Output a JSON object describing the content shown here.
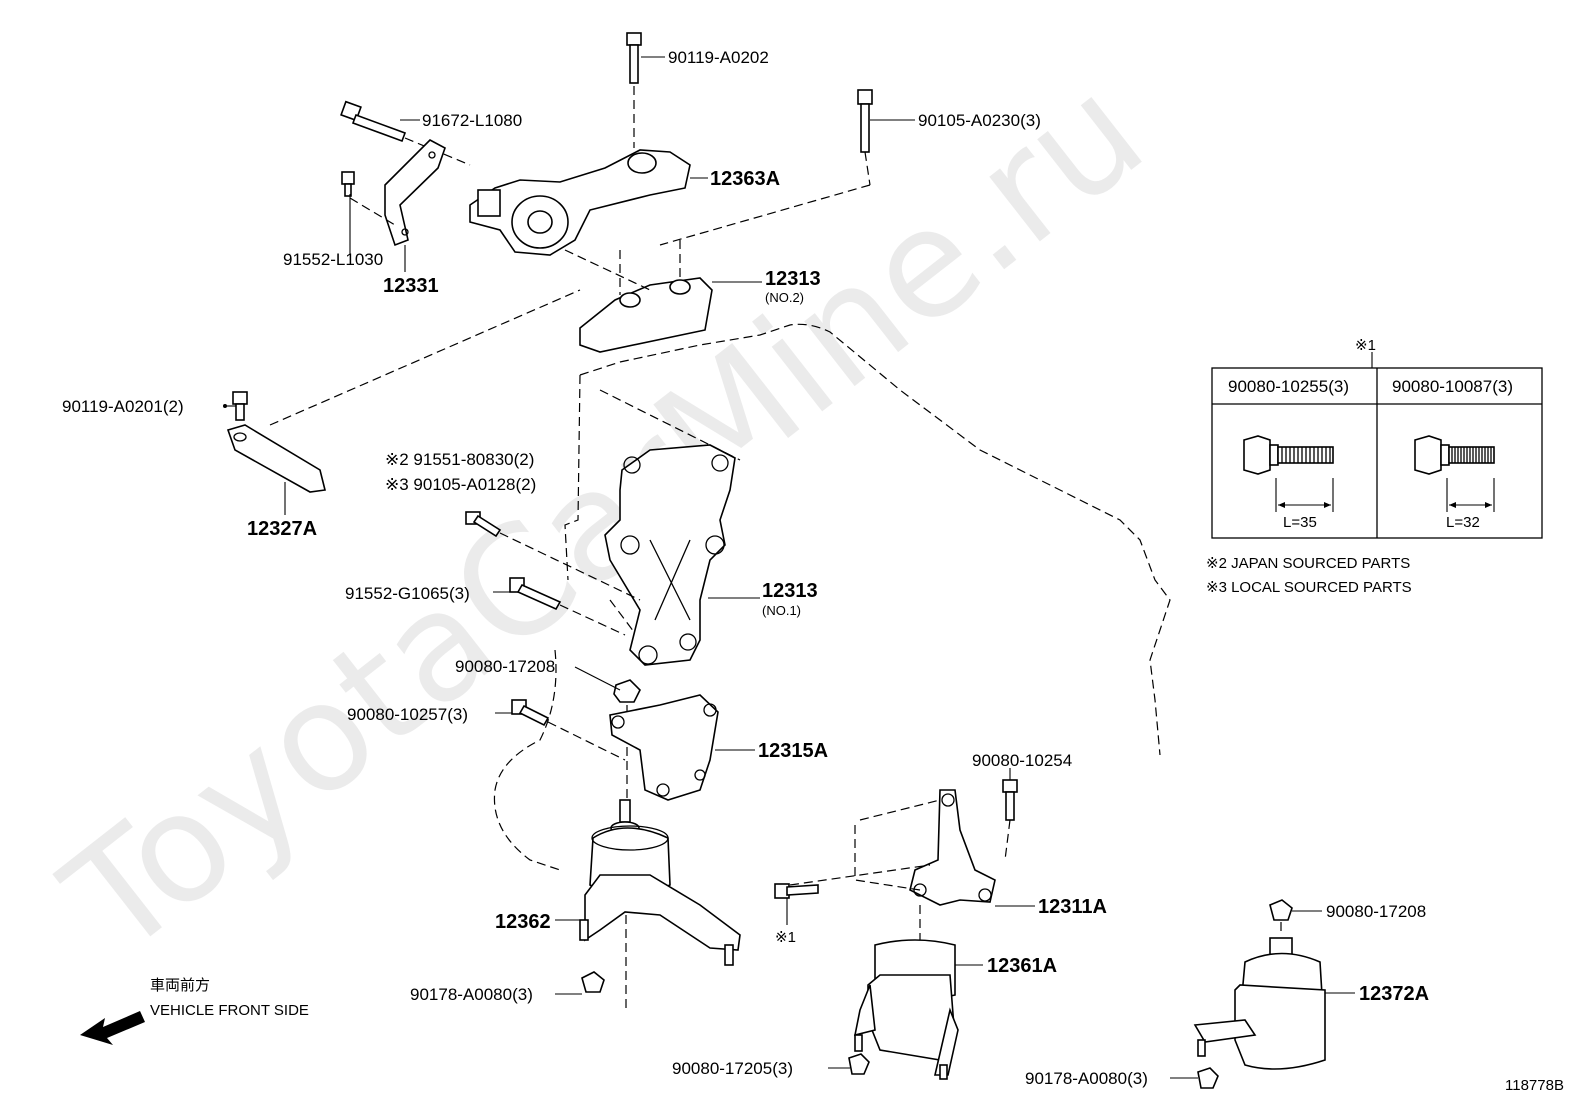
{
  "watermark": "ToyotaCarMine.ru",
  "callouts": {
    "p90119_A0202": "90119-A0202",
    "p91672_L1080": "91672-L1080",
    "p90105_A0230": "90105-A0230(3)",
    "p12363A": "12363A",
    "p91552_L1030": "91552-L1030",
    "p12331": "12331",
    "p12313_no2": "12313",
    "p12313_no2_sub": "(NO.2)",
    "p90119_A0201": "90119-A0201(2)",
    "p12327A": "12327A",
    "p91551_80830": "※2 91551-80830(2)",
    "p90105_A0128": "※3 90105-A0128(2)",
    "p91552_G1065": "91552-G1065(3)",
    "p12313_no1": "12313",
    "p12313_no1_sub": "(NO.1)",
    "p90080_17208_a": "90080-17208",
    "p90080_10257": "90080-10257(3)",
    "p12315A": "12315A",
    "p90080_10254": "90080-10254",
    "p12311A": "12311A",
    "p12362": "12362",
    "p12361A": "12361A",
    "p90178_A0080_a": "90178-A0080(3)",
    "p90080_17205": "90080-17205(3)",
    "p90080_17208_b": "90080-17208",
    "p12372A": "12372A",
    "p90178_A0080_b": "90178-A0080(3)",
    "ref1": "※1"
  },
  "bolt_table": {
    "marker": "※1",
    "columns": [
      {
        "part": "90080-10255(3)",
        "length": "L=35"
      },
      {
        "part": "90080-10087(3)",
        "length": "L=32"
      }
    ]
  },
  "notes": {
    "japan": "※2 JAPAN SOURCED PARTS",
    "local": "※3 LOCAL SOURCED PARTS"
  },
  "front": {
    "jp": "車両前方",
    "en": "VEHICLE FRONT SIDE"
  },
  "figure_id": "118778B"
}
